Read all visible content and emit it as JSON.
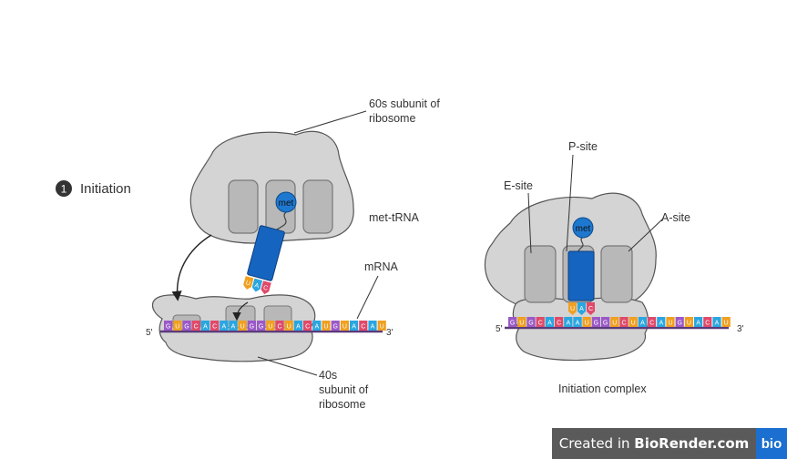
{
  "step": {
    "number": "1",
    "title": "Initiation"
  },
  "labels": {
    "large_subunit_line1": "60s subunit of",
    "large_subunit_line2": "ribosome",
    "met_trna": "met-tRNA",
    "mrna": "mRNA",
    "small_subunit_line1": "40s",
    "small_subunit_line2": "subunit of",
    "small_subunit_line3": "ribosome",
    "e_site": "E-site",
    "p_site": "P-site",
    "a_site": "A-site",
    "initiation_complex": "Initiation complex",
    "five_prime": "5'",
    "three_prime": "3'",
    "met": "met"
  },
  "mrna_sequence": [
    "G",
    "U",
    "G",
    "C",
    "A",
    "C",
    "A",
    "A",
    "U",
    "G",
    "G",
    "U",
    "C",
    "U",
    "A",
    "C",
    "A",
    "U",
    "G",
    "U",
    "A",
    "C",
    "A",
    "U"
  ],
  "anticodon": [
    "U",
    "A",
    "C"
  ],
  "base_colors": {
    "A": "#2aa6e0",
    "U": "#f0a020",
    "G": "#9b59c8",
    "C": "#e04a6a"
  },
  "colors": {
    "ribosome": "#d4d4d4",
    "ribosome_stroke": "#555555",
    "slot": "#b8b8b8",
    "trna": "#1565c0"
  },
  "badge": {
    "prefix": "Created in ",
    "brand": "BioRender.com",
    "logo": "bio"
  }
}
